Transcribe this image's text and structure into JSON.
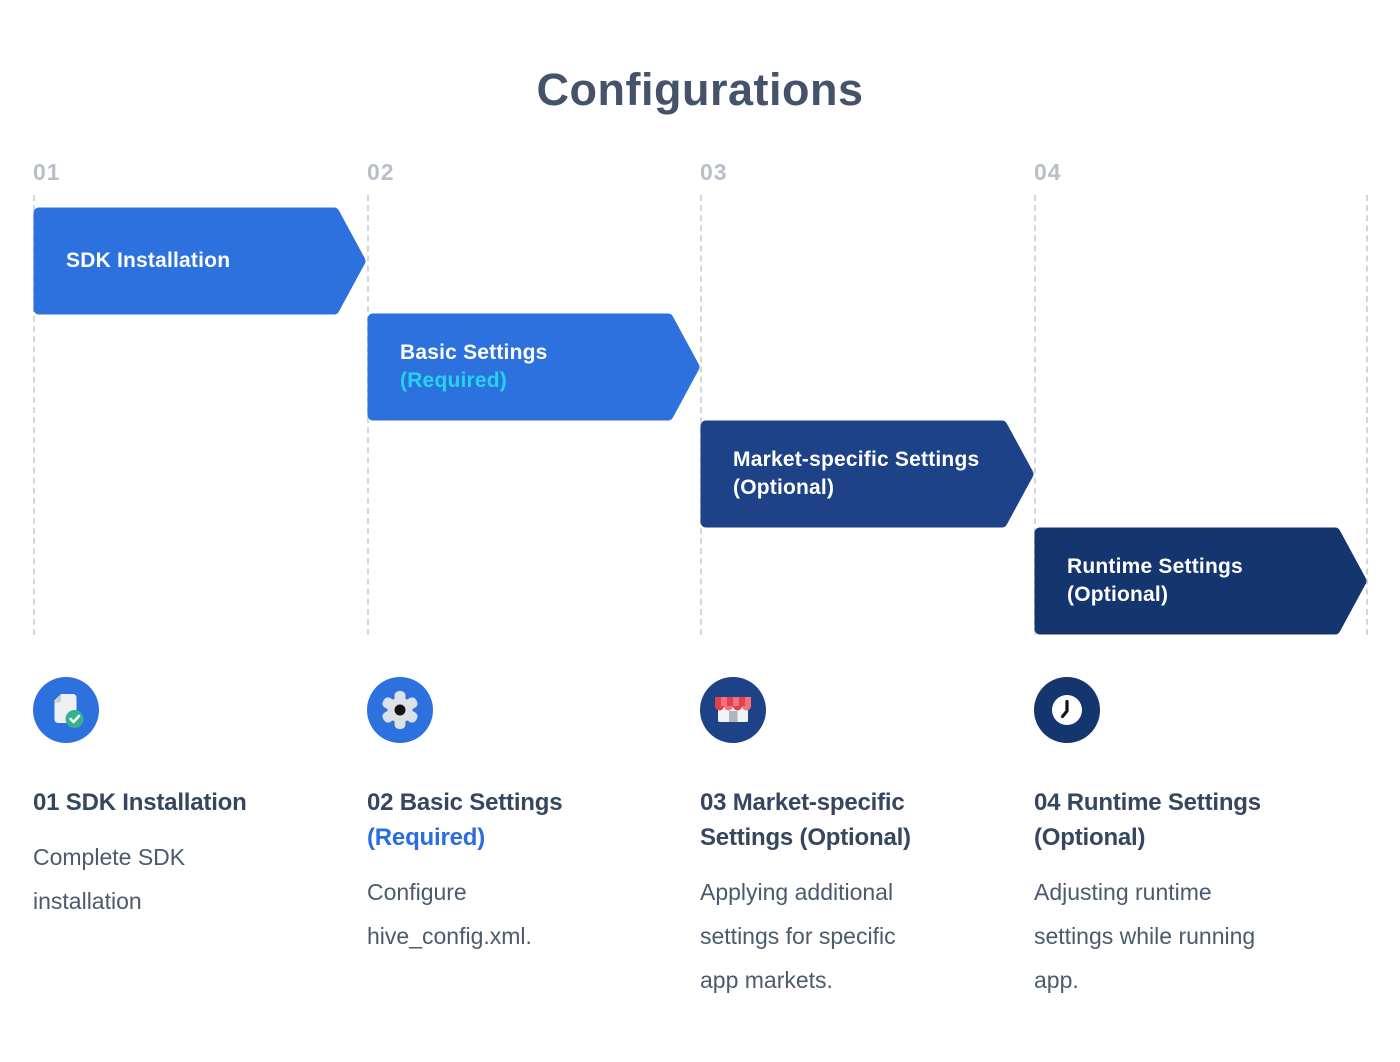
{
  "title": "Configurations",
  "colors": {
    "banner_blue": "#2c71de",
    "banner_navy": "#1d4287",
    "banner_dark_navy": "#14356d",
    "banner_required_cyan": "#25d3f0",
    "heading_required_blue": "#2b6ce2",
    "heading_text": "#36465f",
    "body_text": "#4b5a6d",
    "number_gray": "#b9bfc8",
    "dashed_line_gray": "#d3d7dd",
    "doc_paper_gray": "#eef0f2",
    "doc_fold_gray": "#c6ccd3",
    "check_green": "#35b38c",
    "gear_gray": "#dce1e8",
    "gear_center_black": "#151515",
    "awning_red_dark": "#e2404f",
    "awning_red_light": "#f2727b",
    "store_body_white": "#f1f3f5",
    "store_door_gray": "#aeb6c0",
    "clock_face_white": "#ffffff",
    "clock_hands_black": "#151515",
    "icon_white": "#ffffff"
  },
  "steps": [
    {
      "number": "01",
      "banner": {
        "line1": "SDK Installation",
        "line2": "",
        "color": "#2c71de"
      },
      "icon": "document-check-icon",
      "heading": {
        "line1": "01 SDK Installation",
        "line2": ""
      },
      "body_lines": [
        "Complete SDK",
        "installation",
        ""
      ]
    },
    {
      "number": "02",
      "banner": {
        "line1": "Basic Settings",
        "line2": "(Required)",
        "color": "#2c71de"
      },
      "icon": "gear-icon",
      "heading": {
        "line1": "02 Basic Settings",
        "line2": "(Required)"
      },
      "body_lines": [
        "Configure",
        "hive_config.xml.",
        ""
      ]
    },
    {
      "number": "03",
      "banner": {
        "line1": "Market-specific Settings",
        "line2": "(Optional)",
        "color": "#1d4287"
      },
      "icon": "storefront-icon",
      "heading": {
        "line1": "03 Market-specific",
        "line2": "Settings (Optional)"
      },
      "body_lines": [
        "Applying additional",
        "settings for specific",
        "app markets."
      ]
    },
    {
      "number": "04",
      "banner": {
        "line1": "Runtime Settings",
        "line2": "(Optional)",
        "color": "#14356d"
      },
      "icon": "clock-icon",
      "heading": {
        "line1": "04 Runtime Settings",
        "line2": "(Optional)"
      },
      "body_lines": [
        "Adjusting runtime",
        "settings while running",
        "app."
      ]
    }
  ]
}
